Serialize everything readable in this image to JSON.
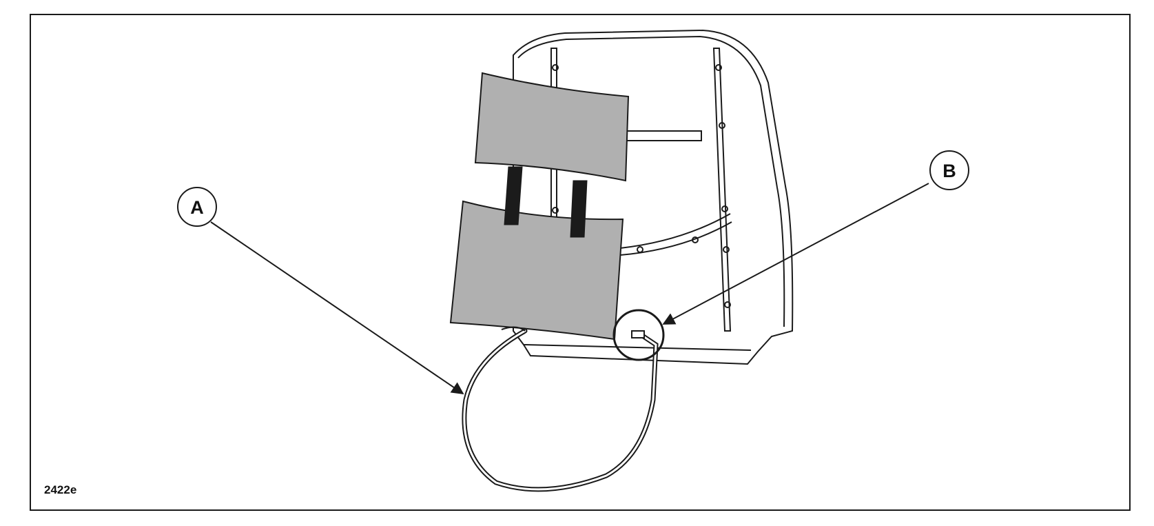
{
  "figure": {
    "id": "2422e"
  },
  "callouts": [
    {
      "letter": "A",
      "subject": "cuff-tubing"
    },
    {
      "letter": "B",
      "subject": "tubing-connector"
    }
  ],
  "colors": {
    "line": "#1a1a1a",
    "cuff_fill": "#b0b0b0",
    "strap_fill": "#1b1b1b",
    "background": "#ffffff"
  },
  "icons": {
    "callout_marker": "circle-letter-icon",
    "arrow": "arrowhead-icon"
  }
}
